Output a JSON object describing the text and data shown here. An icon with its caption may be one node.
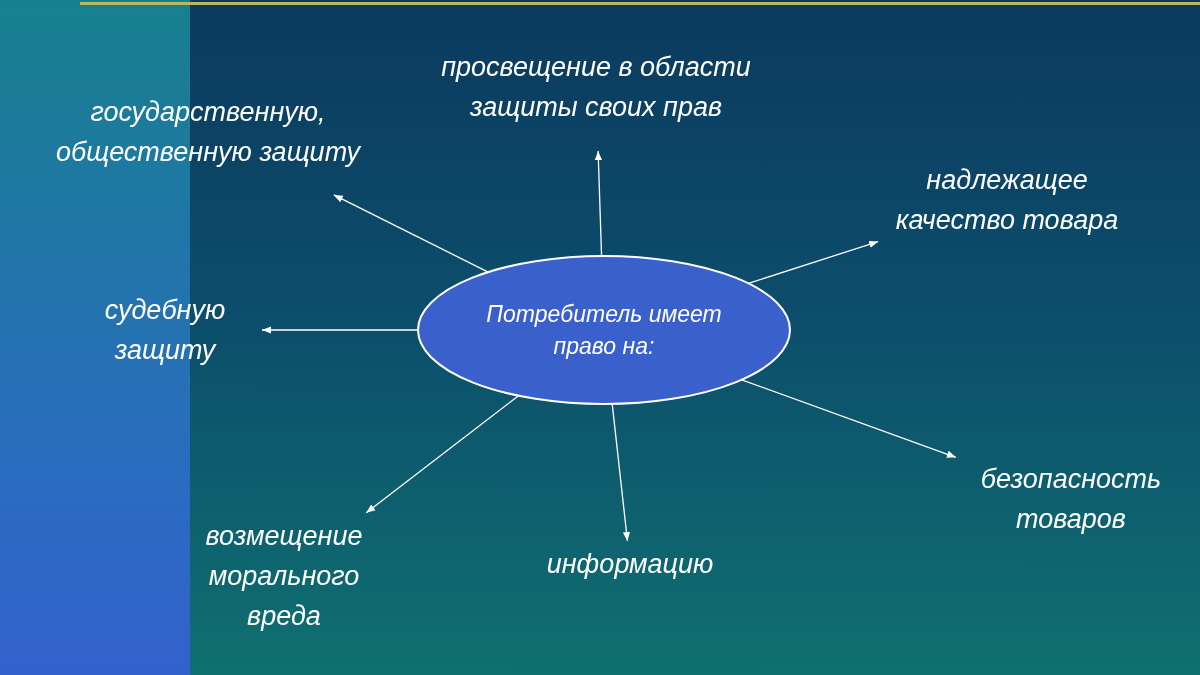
{
  "diagram": {
    "nodes": [
      {
        "text": [
          "Потребитель имеет право на:"
        ]
      },
      {
        "text": [
          "государственную, общественную защиту"
        ]
      },
      {
        "text": [
          "просвещение в области защиты своих прав"
        ]
      },
      {
        "text": [
          "надлежащее качество товара"
        ]
      },
      {
        "text": [
          "судебную защиту"
        ]
      },
      {
        "text": [
          "возмещение морального вреда"
        ]
      },
      {
        "text": [
          "информацию"
        ]
      },
      {
        "text": [
          "безопасность товаров"
        ]
      }
    ],
    "edges": [
      {
        "from": 0,
        "to": 1,
        "arrow": "to"
      },
      {
        "from": 0,
        "to": 2,
        "arrow": "to"
      },
      {
        "from": 0,
        "to": 3,
        "arrow": "to"
      },
      {
        "from": 0,
        "to": 4,
        "arrow": "to"
      },
      {
        "from": 0,
        "to": 5,
        "arrow": "to"
      },
      {
        "from": 0,
        "to": 6,
        "arrow": "to"
      },
      {
        "from": 0,
        "to": 7,
        "arrow": "to"
      }
    ]
  }
}
